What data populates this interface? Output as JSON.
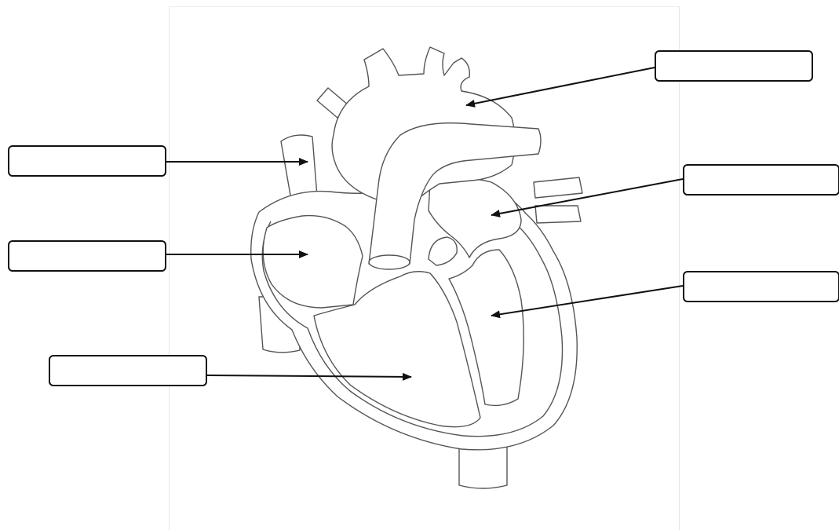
{
  "worksheet": {
    "labels": [
      {
        "id": "aorta",
        "text": ""
      },
      {
        "id": "left-atrium",
        "text": ""
      },
      {
        "id": "left-ventricle",
        "text": ""
      },
      {
        "id": "superior-vena-cava",
        "text": ""
      },
      {
        "id": "right-atrium",
        "text": ""
      },
      {
        "id": "right-ventricle",
        "text": ""
      }
    ]
  },
  "colors": {
    "line": "#111111",
    "outline": "#555555",
    "fill": "#ffffff"
  }
}
